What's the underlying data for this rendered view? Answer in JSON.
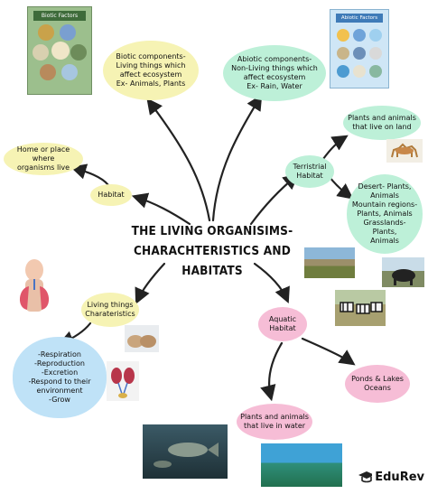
{
  "title_lines": [
    "THE LIVING ORGANISIMS-",
    "CHARACHTERISTICS AND",
    "HABITATS"
  ],
  "nodes": {
    "biotic": [
      "Biotic components-",
      "Living things which",
      "affect ecosystem",
      "Ex- Animals, Plants"
    ],
    "abiotic": [
      "Abiotic components-",
      "Non-Living things which",
      "affect ecosystem",
      "Ex- Rain, Water"
    ],
    "home": [
      "Home or place where",
      "organisms live"
    ],
    "habitat": "Habitat",
    "terristrial": [
      "Terristrial",
      "Habitat"
    ],
    "plants_land": [
      "Plants and animals",
      "that live on land"
    ],
    "desert": [
      "Desert- Plants,",
      "Animals",
      "Mountain regions-",
      "Plants, Animals",
      "Grasslands- Plants,",
      "Animals"
    ],
    "living_char": [
      "Living things",
      "Charateristics"
    ],
    "char_list": [
      "-Respiration",
      "-Reproduction",
      "-Excretion",
      "-Respond to their",
      "environment",
      "-Grow"
    ],
    "aquatic": [
      "Aquatic",
      "Habitat"
    ],
    "ponds": [
      "Ponds & Lakes",
      "Oceans"
    ],
    "plants_water": [
      "Plants and animals",
      "that live in water"
    ]
  },
  "posters": {
    "biotic_title": "Biotic Factors",
    "abiotic_title": "Abiotic Factors"
  },
  "brand": "EduRev",
  "colors": {
    "yellow": "#f6f3b4",
    "green": "#bdf0d8",
    "blue": "#bfe2f7",
    "pink": "#f6bdd6",
    "arrow": "#222222"
  }
}
